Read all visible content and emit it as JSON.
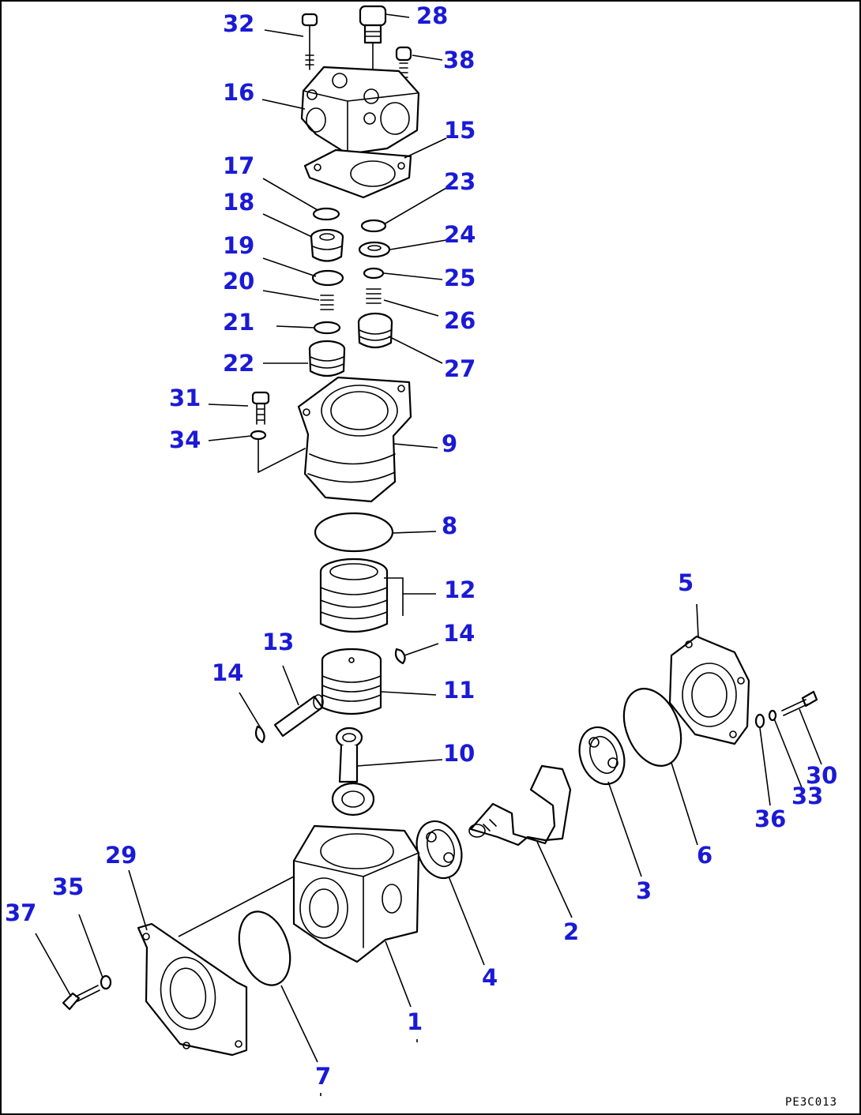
{
  "drawing_code": "PE3C013",
  "colors": {
    "callout": "#1a1ad6",
    "line": "#000000",
    "background": "#ffffff"
  },
  "callouts": [
    {
      "id": "c32",
      "label": "32"
    },
    {
      "id": "c28",
      "label": "28"
    },
    {
      "id": "c38",
      "label": "38"
    },
    {
      "id": "c16",
      "label": "16"
    },
    {
      "id": "c15",
      "label": "15"
    },
    {
      "id": "c17",
      "label": "17"
    },
    {
      "id": "c23",
      "label": "23"
    },
    {
      "id": "c18",
      "label": "18"
    },
    {
      "id": "c24",
      "label": "24"
    },
    {
      "id": "c19",
      "label": "19"
    },
    {
      "id": "c25",
      "label": "25"
    },
    {
      "id": "c20",
      "label": "20"
    },
    {
      "id": "c21",
      "label": "21"
    },
    {
      "id": "c26",
      "label": "26"
    },
    {
      "id": "c22",
      "label": "22"
    },
    {
      "id": "c27",
      "label": "27"
    },
    {
      "id": "c31",
      "label": "31"
    },
    {
      "id": "c34",
      "label": "34"
    },
    {
      "id": "c9",
      "label": "9"
    },
    {
      "id": "c8",
      "label": "8"
    },
    {
      "id": "c12",
      "label": "12"
    },
    {
      "id": "c5",
      "label": "5"
    },
    {
      "id": "c13",
      "label": "13"
    },
    {
      "id": "c14a",
      "label": "14"
    },
    {
      "id": "c14b",
      "label": "14"
    },
    {
      "id": "c11",
      "label": "11"
    },
    {
      "id": "c10",
      "label": "10"
    },
    {
      "id": "c30",
      "label": "30"
    },
    {
      "id": "c33",
      "label": "33"
    },
    {
      "id": "c36",
      "label": "36"
    },
    {
      "id": "c6",
      "label": "6"
    },
    {
      "id": "c3",
      "label": "3"
    },
    {
      "id": "c29",
      "label": "29"
    },
    {
      "id": "c35",
      "label": "35"
    },
    {
      "id": "c37",
      "label": "37"
    },
    {
      "id": "c2",
      "label": "2"
    },
    {
      "id": "c4",
      "label": "4"
    },
    {
      "id": "c1",
      "label": "1"
    },
    {
      "id": "c7",
      "label": "7"
    }
  ]
}
